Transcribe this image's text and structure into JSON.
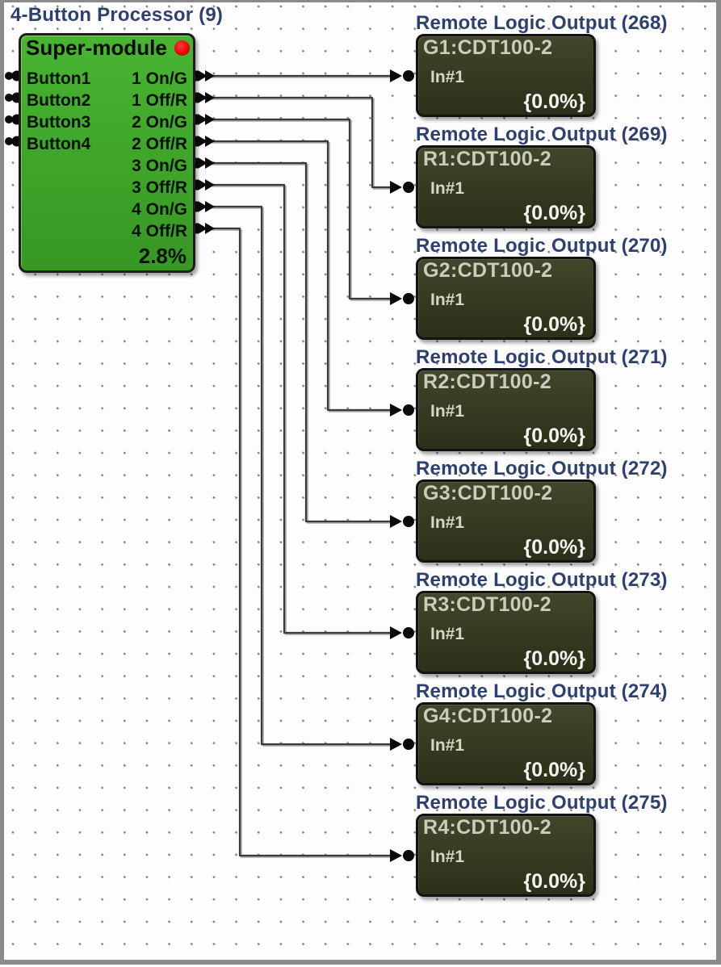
{
  "app": {
    "frame_color": "#8a8a8a",
    "background_color": "#ffffff",
    "grid_dot_color": "#878787",
    "node_title_color": "#2e4070",
    "wire_color": "#3a3a3a"
  },
  "processor": {
    "title": "4-Button Processor (9)",
    "header": "Super-module",
    "status_value": "2.8%",
    "fill_color": "#3ea52a",
    "led_color": "#e60000",
    "led_icon": "red-led-indicator",
    "pin_rows": [
      {
        "left": "Button1",
        "right": "1 On/G"
      },
      {
        "left": "Button2",
        "right": "1 Off/R"
      },
      {
        "left": "Button3",
        "right": "2 On/G"
      },
      {
        "left": "Button4",
        "right": "2 Off/R"
      },
      {
        "left": "",
        "right": "3 On/G"
      },
      {
        "left": "",
        "right": "3 Off/R"
      },
      {
        "left": "",
        "right": "4 On/G"
      },
      {
        "left": "",
        "right": "4 Off/R"
      }
    ]
  },
  "outputs": [
    {
      "title": "Remote Logic Output (268)",
      "name": "G1:CDT100-2",
      "input": "In#1",
      "value": "{0.0%}"
    },
    {
      "title": "Remote Logic Output (269)",
      "name": "R1:CDT100-2",
      "input": "In#1",
      "value": "{0.0%}"
    },
    {
      "title": "Remote Logic Output (270)",
      "name": "G2:CDT100-2",
      "input": "In#1",
      "value": "{0.0%}"
    },
    {
      "title": "Remote Logic Output (271)",
      "name": "R2:CDT100-2",
      "input": "In#1",
      "value": "{0.0%}"
    },
    {
      "title": "Remote Logic Output (272)",
      "name": "G3:CDT100-2",
      "input": "In#1",
      "value": "{0.0%}"
    },
    {
      "title": "Remote Logic Output (273)",
      "name": "R3:CDT100-2",
      "input": "In#1",
      "value": "{0.0%}"
    },
    {
      "title": "Remote Logic Output (274)",
      "name": "G4:CDT100-2",
      "input": "In#1",
      "value": "{0.0%}"
    },
    {
      "title": "Remote Logic Output (275)",
      "name": "R4:CDT100-2",
      "input": "In#1",
      "value": "{0.0%}"
    }
  ],
  "output_style": {
    "fill_color": "#343a20",
    "name_color": "#caccbc",
    "value_color": "#f4f4ee"
  },
  "connections": [
    {
      "from_pin": "1 On/G",
      "to_output": 0
    },
    {
      "from_pin": "1 Off/R",
      "to_output": 1
    },
    {
      "from_pin": "2 On/G",
      "to_output": 2
    },
    {
      "from_pin": "2 Off/R",
      "to_output": 3
    },
    {
      "from_pin": "3 On/G",
      "to_output": 4
    },
    {
      "from_pin": "3 Off/R",
      "to_output": 5
    },
    {
      "from_pin": "4 On/G",
      "to_output": 6
    },
    {
      "from_pin": "4 Off/R",
      "to_output": 7
    }
  ]
}
